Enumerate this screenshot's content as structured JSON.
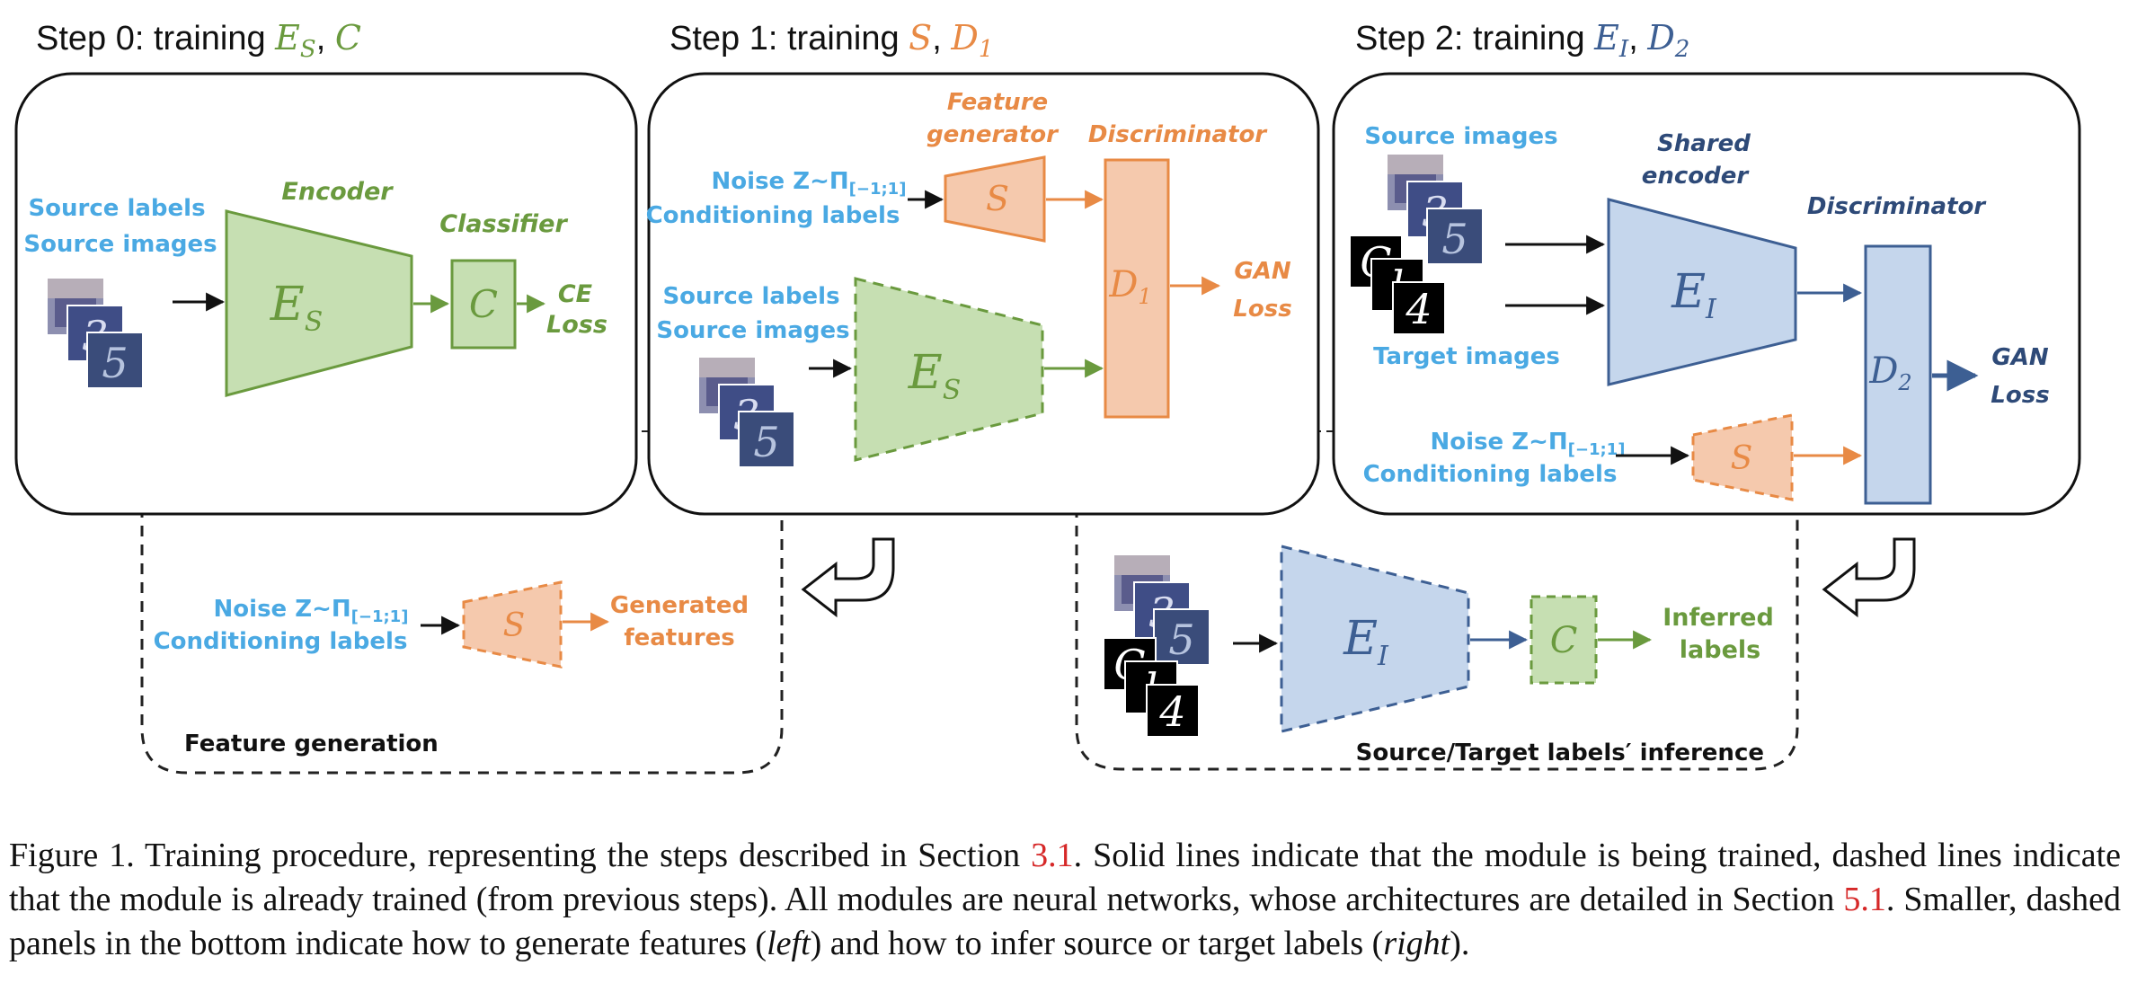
{
  "steps": [
    {
      "prefix": "Step 0: training ",
      "sym1": "E",
      "sub1": "S",
      "sep": ", ",
      "sym2": "C",
      "sub2": ""
    },
    {
      "prefix": "Step 1: training ",
      "sym1": "S",
      "sub1": "",
      "sep": ", ",
      "sym2": "D",
      "sub2": "1"
    },
    {
      "prefix": "Step 2: training ",
      "sym1": "E",
      "sub1": "I",
      "sep": ", ",
      "sym2": "D",
      "sub2": "2"
    }
  ],
  "panel0": {
    "inputs": [
      "Source labels",
      "Source images"
    ],
    "encoder_label": "Encoder",
    "encoder_symbol": "E",
    "encoder_sub": "S",
    "classifier_label": "Classifier",
    "classifier_symbol": "C",
    "loss": [
      "CE",
      "Loss"
    ]
  },
  "panel1": {
    "noise_prefix": "Noise Z~Π",
    "noise_range": "[−1;1]",
    "conditioning": "Conditioning labels",
    "generator_label": [
      "Feature",
      "generator"
    ],
    "generator_symbol": "S",
    "discriminator_label": "Discriminator",
    "discriminator_symbol": "D",
    "discriminator_sub": "1",
    "inputs": [
      "Source labels",
      "Source images"
    ],
    "encoder_symbol": "E",
    "encoder_sub": "S",
    "loss": [
      "GAN",
      "Loss"
    ]
  },
  "panel2": {
    "source_images": "Source images",
    "encoder_label": [
      "Shared",
      "encoder"
    ],
    "encoder_symbol": "E",
    "encoder_sub": "I",
    "discriminator_label": "Discriminator",
    "discriminator_symbol": "D",
    "discriminator_sub": "2",
    "target_images": "Target images",
    "noise_prefix": "Noise Z~Π",
    "noise_range": "[−1;1]",
    "conditioning": "Conditioning labels",
    "generator_symbol": "S",
    "loss": [
      "GAN",
      "Loss"
    ]
  },
  "bottom_left": {
    "noise_prefix": "Noise Z~Π",
    "noise_range": "[−1;1]",
    "conditioning": "Conditioning labels",
    "generator_symbol": "S",
    "output": [
      "Generated",
      "features"
    ],
    "title": "Feature generation"
  },
  "bottom_right": {
    "encoder_symbol": "E",
    "encoder_sub": "I",
    "classifier_symbol": "C",
    "output": [
      "Inferred",
      "labels"
    ],
    "title": "Source/Target labels′ inference"
  },
  "digit_labels": {
    "source": [
      "3",
      "5"
    ],
    "target": [
      "C",
      "l",
      "4"
    ]
  },
  "caption": {
    "prefix": "Figure 1. Training procedure, representing the steps described in Section ",
    "ref1": "3.1",
    "mid": ". Solid lines indicate that the module is being trained, dashed lines indicate that the module is already trained (from previous steps). All modules are neural networks, whose architectures are detailed in Section ",
    "ref2": "5.1",
    "rest": ". Smaller, dashed panels in the bottom indicate how to generate features (",
    "left": "left",
    "and": ") and how to infer source or target labels (",
    "right": "right",
    "end": ")."
  },
  "colors": {
    "green_fill": "#c6dfb2",
    "green_stroke": "#6a9a3e",
    "orange_fill": "#f5c9ad",
    "orange_stroke": "#e88a45",
    "blue_fill": "#c5d6ec",
    "blue_stroke": "#3d5f93",
    "label_blue": "#4aa9e3",
    "ref_red": "#d62828"
  }
}
